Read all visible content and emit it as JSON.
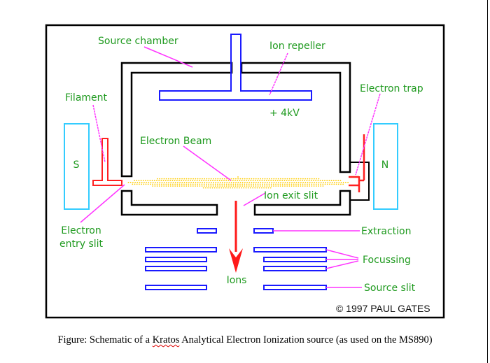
{
  "figure": {
    "labels": {
      "source_chamber": "Source chamber",
      "ion_repeller": "Ion repeller",
      "voltage": "+ 4kV",
      "electron_trap": "Electron trap",
      "filament": "Filament",
      "electron_beam": "Electron Beam",
      "magnet_south": "S",
      "magnet_north": "N",
      "ion_exit_slit": "Ion exit slit",
      "electron_entry_slit_line1": "Electron",
      "electron_entry_slit_line2": "entry slit",
      "extraction": "Extraction",
      "focussing": "Focussing",
      "source_slit": "Source slit",
      "ions": "Ions",
      "copyright": "© 1997 PAUL GATES"
    },
    "colors": {
      "chamber": "#000000",
      "repeller": "#1a1aff",
      "magnet": "#33ccff",
      "filament": "#ff2020",
      "beam": "#ffcc00",
      "leader": "#ff33ff",
      "label": "#1f9a1f"
    }
  },
  "caption": {
    "prefix": "Figure: Schematic of a ",
    "misspelled_word": "Kratos",
    "suffix": " Analytical Electron Ionization source (as used on the MS890)"
  }
}
